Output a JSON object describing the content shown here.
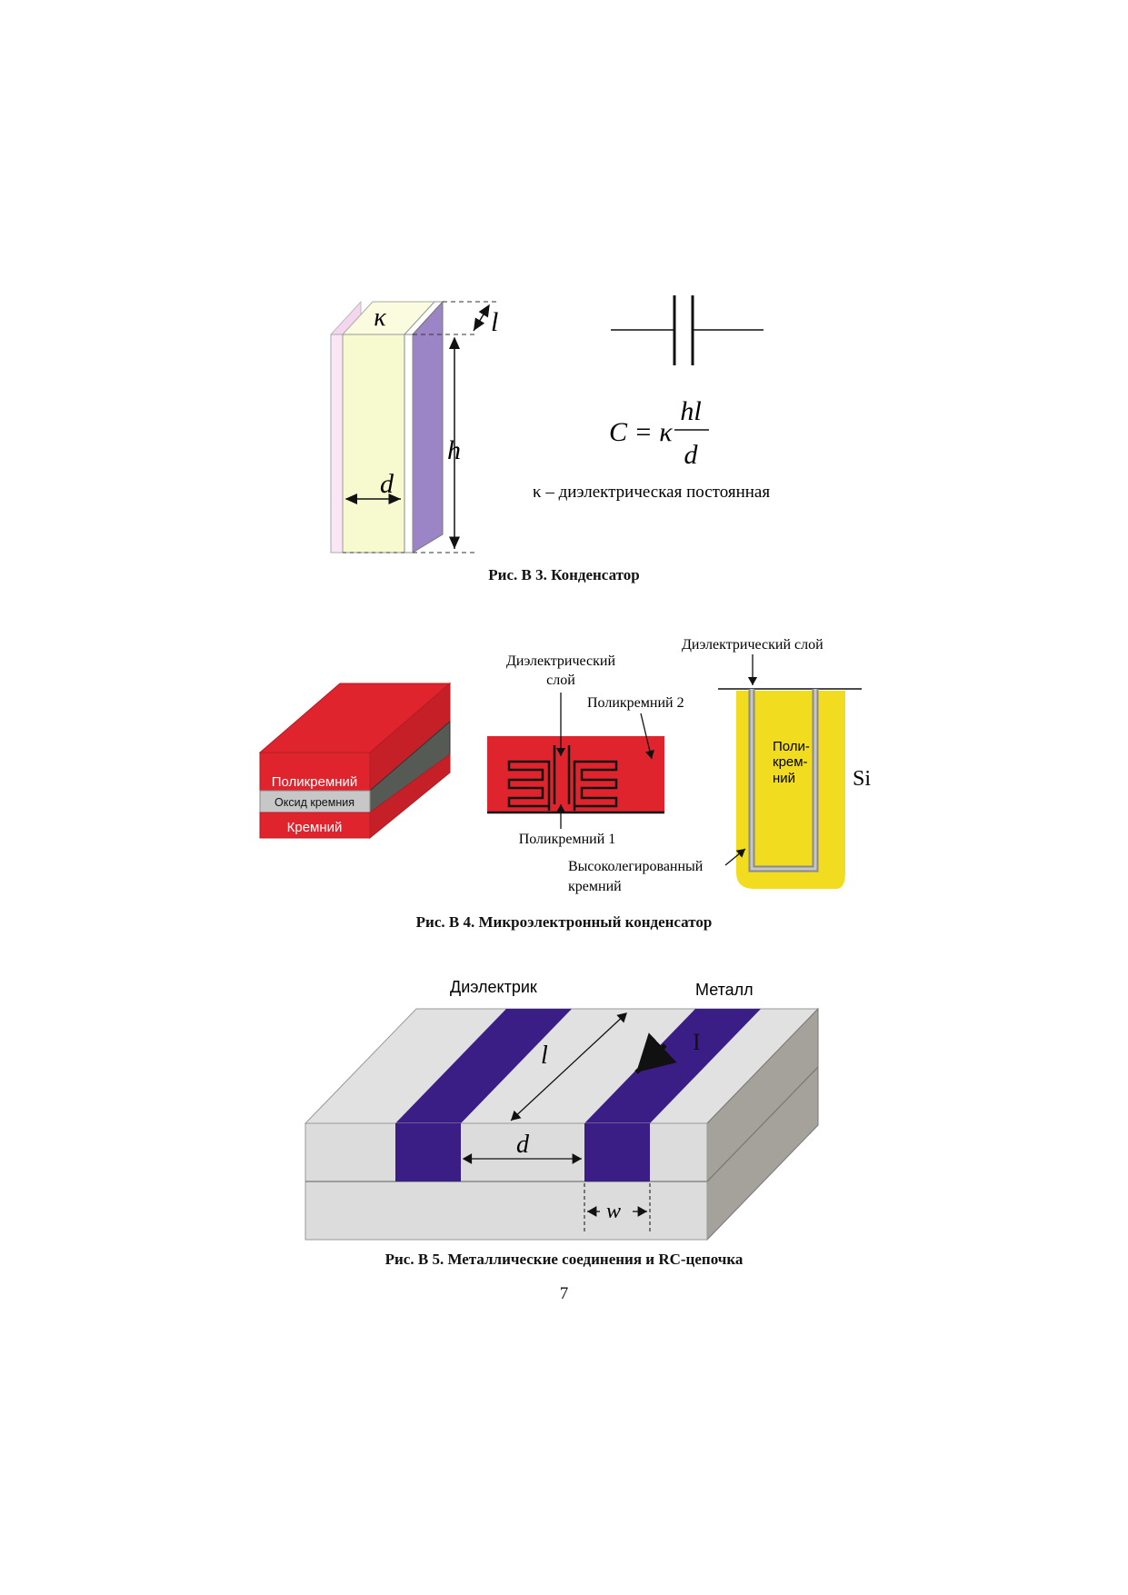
{
  "fig3": {
    "caption": "Рис. В 3. Конденсатор",
    "label_kappa": "κ",
    "label_l": "l",
    "label_h": "h",
    "label_d": "d",
    "formula": {
      "lhs": "C = κ",
      "numerator": "hl",
      "denominator": "d"
    },
    "note": "κ – диэлектрическая постоянная",
    "colors": {
      "dielectric": "#f7f9cf",
      "plate": "#9b85c6",
      "edge": "#f4d7ef"
    }
  },
  "fig4": {
    "caption": "Рис. В 4. Микроэлектронный конденсатор",
    "stack": {
      "top_label": "Поликремний",
      "middle_label": "Оксид кремния",
      "bottom_label": "Кремний"
    },
    "comb": {
      "dielectric_label_1": "Диэлектрический",
      "dielectric_label_2": "слой",
      "poly2_label": "Поликремний 2",
      "poly1_label": "Поликремний 1"
    },
    "trench": {
      "dielectric_layer_label": "Диэлектрический слой",
      "poly_label_1": "Поли-",
      "poly_label_2": "крем-",
      "poly_label_3": "ний",
      "si_label": "Si",
      "doped_label_1": "Высоколегированный",
      "doped_label_2": "кремний"
    },
    "colors": {
      "poly": "#e0242e",
      "oxide": "#c7c7c7",
      "trench_fill": "#f2dc1f"
    }
  },
  "fig5": {
    "caption": "Рис. В 5. Металлические соединения и RC-цепочка",
    "dielectric_label": "Диэлектрик",
    "metal_label": "Металл",
    "label_l": "l",
    "label_I": "I",
    "label_d": "d",
    "label_w": "w",
    "colors": {
      "metal": "#3b1d86",
      "dielectric_top": "#e1e1e1",
      "dielectric_side": "#a5a29c"
    }
  },
  "page": {
    "number": "7"
  }
}
